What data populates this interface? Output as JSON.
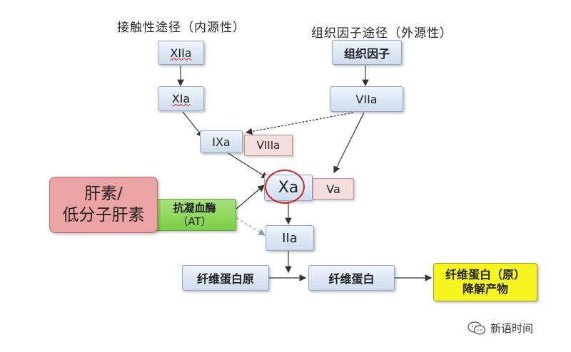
{
  "headings": {
    "intrinsic": "接触性途径（内源性）",
    "extrinsic": "组织因子途径（外源性）"
  },
  "nodes": {
    "xiia": "XIIa",
    "xia": "XIa",
    "ixa": "IXa",
    "viiia": "VIIIa",
    "tissue_factor": "组织因子",
    "viia": "VIIa",
    "xa": "Xa",
    "va": "Va",
    "iia": "IIa",
    "fibrinogen": "纤维蛋白原",
    "fibrin": "纤维蛋白",
    "fdp_line1": "纤维蛋白（原）",
    "fdp_line2": "降解产物",
    "heparin_line1": "肝素/",
    "heparin_line2": "低分子肝素",
    "at_line1": "抗凝血酶",
    "at_line2": "（AT）"
  },
  "watermark": {
    "icon": "wechat-icon",
    "text": "新语时间"
  },
  "colors": {
    "highlight_circle": "#d42020",
    "arrow": "#333333",
    "at_inhibit_arrow": "#8aa0b8"
  }
}
